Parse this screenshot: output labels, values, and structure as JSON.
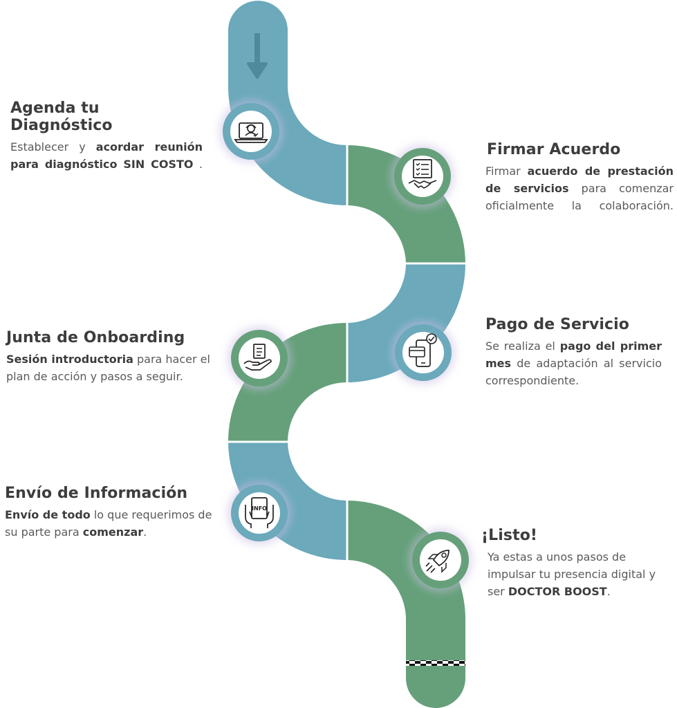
{
  "colors": {
    "blue": "#6ba9bb",
    "green": "#65a07a",
    "text": "#555555",
    "heading": "#3d3d3d"
  },
  "steps": [
    {
      "title": "Agenda tu Diagnóstico",
      "icon": "laptop-support-icon",
      "text": [
        {
          "t": "Establecer y ",
          "b": false
        },
        {
          "t": "acordar reunión para diagnóstico SIN COSTO",
          "b": true
        },
        {
          "t": " .",
          "b": false
        }
      ]
    },
    {
      "title": "Firmar Acuerdo",
      "icon": "contract-handshake-icon",
      "text": [
        {
          "t": "Firmar ",
          "b": false
        },
        {
          "t": "acuerdo de prestación de servicios",
          "b": true
        },
        {
          "t": " para comenzar oficialmente la colaboración.",
          "b": false
        }
      ]
    },
    {
      "title": "Junta de Onboarding",
      "icon": "hand-document-icon",
      "text": [
        {
          "t": "Sesión introductoria",
          "b": true
        },
        {
          "t": " para hacer el plan de acción y pasos a seguir.",
          "b": false
        }
      ]
    },
    {
      "title": "Pago de Servicio",
      "icon": "mobile-payment-icon",
      "text": [
        {
          "t": "Se realiza el ",
          "b": false
        },
        {
          "t": "pago del primer mes",
          "b": true
        },
        {
          "t": " de adaptación al servicio correspondiente.",
          "b": false
        }
      ]
    },
    {
      "title": "Envío de Información",
      "icon": "info-book-hands-icon",
      "text": [
        {
          "t": "Envío de todo",
          "b": true
        },
        {
          "t": " lo que requerimos de su parte para ",
          "b": false
        },
        {
          "t": "comenzar",
          "b": true
        },
        {
          "t": ".",
          "b": false
        }
      ]
    },
    {
      "title": "¡Listo!",
      "icon": "rocket-icon",
      "text": [
        {
          "t": "Ya estas a unos pasos de impulsar tu presencia digital y ser ",
          "b": false
        },
        {
          "t": "DOCTOR BOOST",
          "b": true
        },
        {
          "t": ".",
          "b": false
        }
      ]
    }
  ]
}
